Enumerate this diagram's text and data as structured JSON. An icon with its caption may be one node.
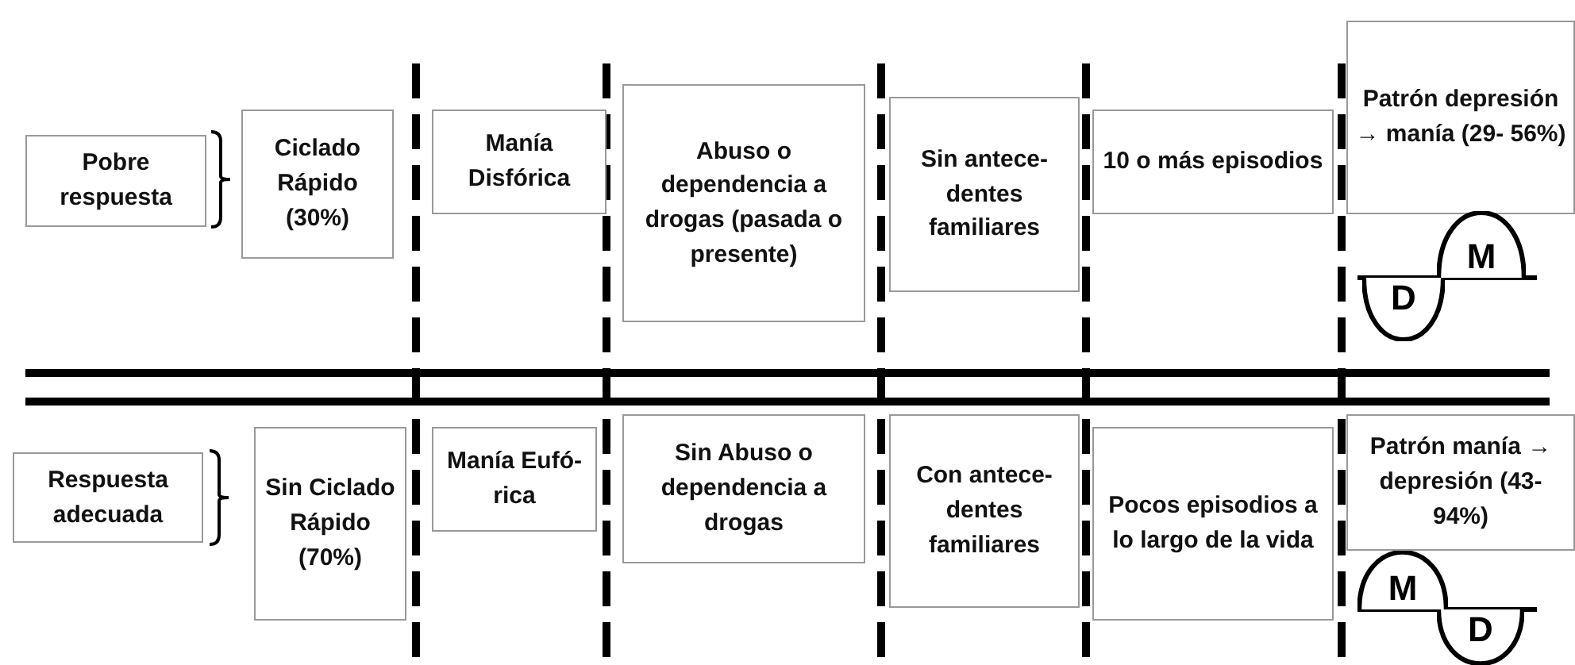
{
  "diagram": {
    "nodes": [
      {
        "text": [
          "Pobre respuesta"
        ]
      },
      {
        "text": [
          "Ciclado Rápido (30%)"
        ]
      },
      {
        "text": [
          "Manía Disfórica"
        ]
      },
      {
        "text": [
          "Abuso o dependencia a drogas (pasada o presente)"
        ]
      },
      {
        "text": [
          "Sin antece- dentes familiares"
        ]
      },
      {
        "text": [
          "10 o más episodios"
        ]
      },
      {
        "text": [
          "Patrón depresión → manía (29- 56%)"
        ]
      },
      {
        "text": [
          "M"
        ]
      },
      {
        "text": [
          "D"
        ]
      },
      {
        "text": [
          "Respuesta adecuada"
        ]
      },
      {
        "text": [
          "Sin Ciclado Rápido (70%)"
        ]
      },
      {
        "text": [
          "Manía Eufó-rica"
        ]
      },
      {
        "text": [
          "Sin Abuso o dependencia a drogas"
        ]
      },
      {
        "text": [
          "Con antece- dentes familiares"
        ]
      },
      {
        "text": [
          "Pocos episodios a lo largo de la vida"
        ]
      },
      {
        "text": [
          "Patrón manía → depresión (43-94%)"
        ]
      },
      {
        "text": [
          "M"
        ]
      },
      {
        "text": [
          "D"
        ]
      }
    ]
  }
}
